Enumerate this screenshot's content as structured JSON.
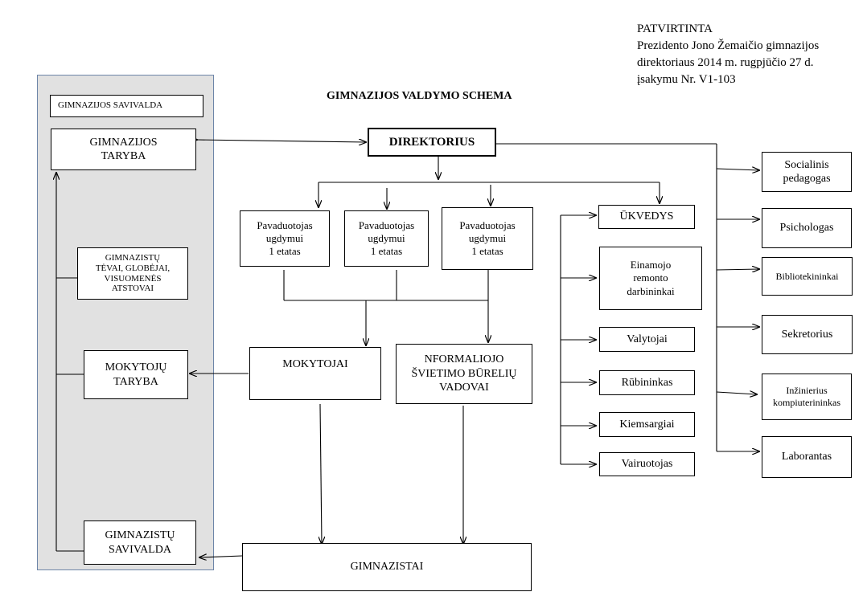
{
  "approval": {
    "title": "PATVIRTINTA",
    "line1": "Prezidento Jono Žemaičio gimnazijos",
    "line2": "direktoriaus 2014 m. rugpjūčio 27 d.",
    "line3": "įsakymu Nr. V1-103"
  },
  "schema_title": "GIMNAZIJOS VALDYMO SCHEMA",
  "nodes": {
    "savivalda_header": "GIMNAZIJOS SAVIVALDA",
    "taryba": "GIMNAZIJOS\nTARYBA",
    "tevai": "GIMNAZISTŲ\nTĖVAI, GLOBĖJAI,\nVISUOMENĖS\nATSTOVAI",
    "mokytoju_taryba": "MOKYTOJŲ\nTARYBA",
    "gimnazistu_savivalda": "GIMNAZISTŲ\nSAVIVALDA",
    "direktorius": "DIREKTORIUS",
    "pavaduotojas1": "Pavaduotojas\nugdymui\n1 etatas",
    "pavaduotojas2": "Pavaduotojas\nugdymui\n1 etatas",
    "pavaduotojas3": "Pavaduotojas\nugdymui\n1 etatas",
    "mokytojai": "MOKYTOJAI",
    "neformaliojo": "NFORMALIOJO\nŠVIETIMO BŪRELIŲ\nVADOVAI",
    "gimnazistai": "GIMNAZISTAI",
    "ukvedys": "ŪKVEDYS",
    "remonto": "Einamojo\nremonto\ndarbininkai",
    "valytojai": "Valytojai",
    "rubininkas": "Rūbininkas",
    "kiemsargiai": "Kiemsargiai",
    "vairuotojas": "Vairuotojas",
    "socialinis": "Socialinis\npedagogas",
    "psichologas": "Psichologas",
    "bibliotekininkai": "Bibliotekininkai",
    "sekretorius": "Sekretorius",
    "inzinierius": "Inžinierius\nkompiuterininkas",
    "laborantas": "Laborantas"
  }
}
